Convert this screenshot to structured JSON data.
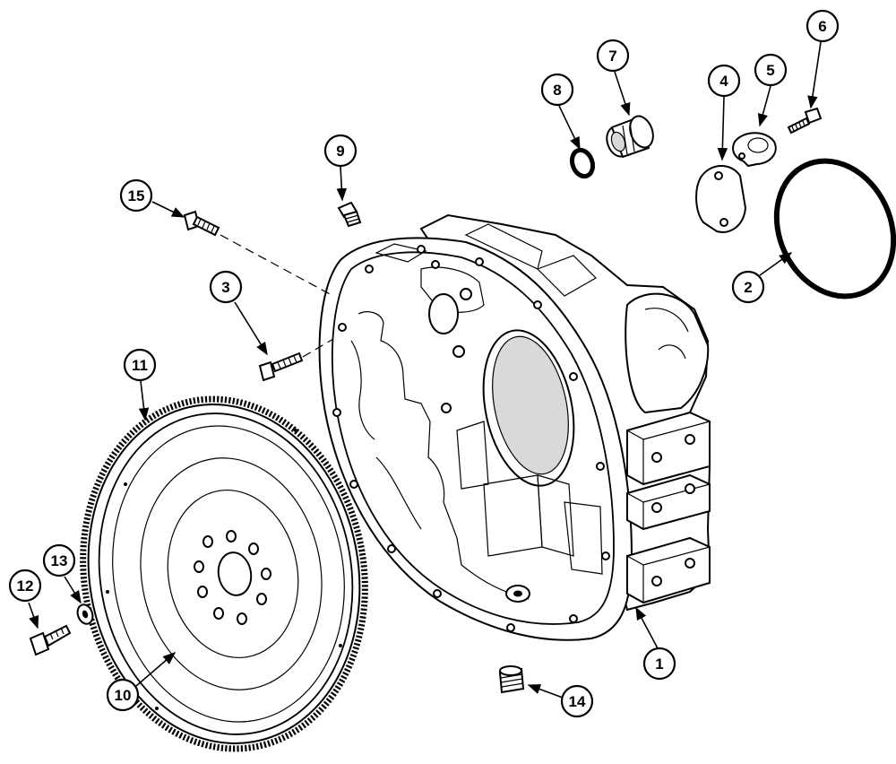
{
  "diagram": {
    "callouts": [
      {
        "id": "1",
        "label": "1"
      },
      {
        "id": "2",
        "label": "2"
      },
      {
        "id": "3",
        "label": "3"
      },
      {
        "id": "4",
        "label": "4"
      },
      {
        "id": "5",
        "label": "5"
      },
      {
        "id": "6",
        "label": "6"
      },
      {
        "id": "7",
        "label": "7"
      },
      {
        "id": "8",
        "label": "8"
      },
      {
        "id": "9",
        "label": "9"
      },
      {
        "id": "10",
        "label": "10"
      },
      {
        "id": "11",
        "label": "11"
      },
      {
        "id": "12",
        "label": "12"
      },
      {
        "id": "13",
        "label": "13"
      },
      {
        "id": "14",
        "label": "14"
      },
      {
        "id": "15",
        "label": "15"
      }
    ],
    "parts": [
      "flywheel-housing",
      "o-ring",
      "bolt",
      "cover-plate",
      "gasket",
      "cap-screw",
      "fitting",
      "seal-ring",
      "plug",
      "flywheel",
      "ring-gear",
      "flywheel-bolt",
      "washer",
      "pipe-plug",
      "housing-bolt"
    ]
  }
}
